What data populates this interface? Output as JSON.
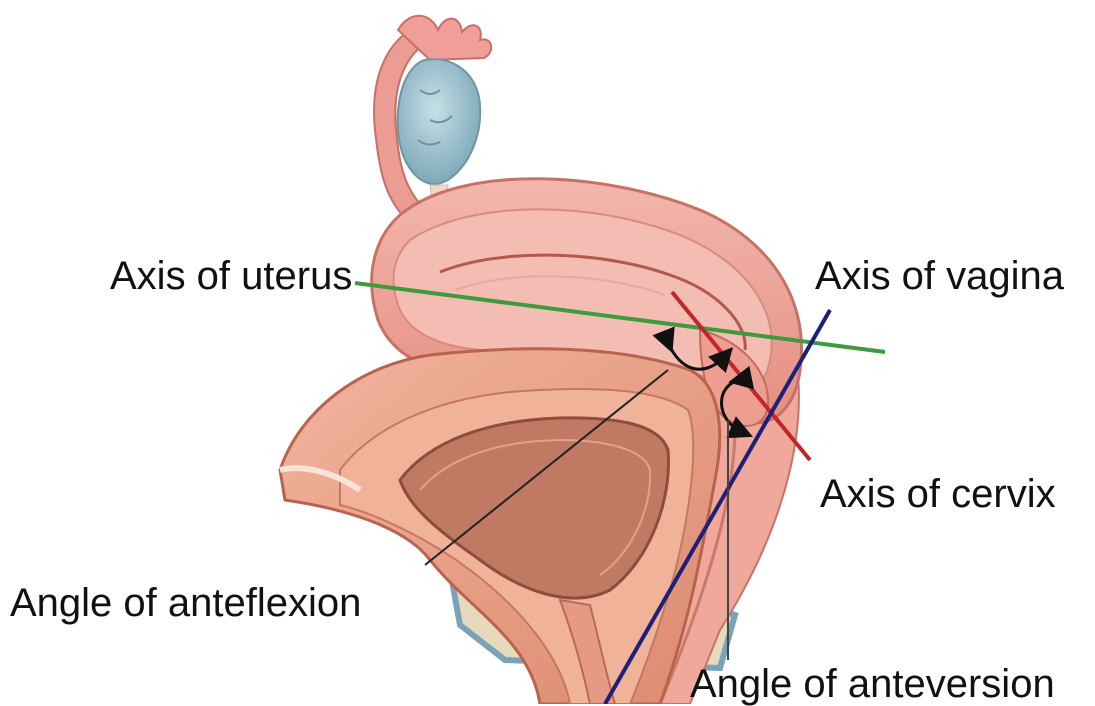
{
  "labels": {
    "axis_of_uterus": "Axis of uterus",
    "axis_of_vagina": "Axis of vagina",
    "axis_of_cervix": "Axis of cervix",
    "angle_of_anteflexion": "Angle of anteflexion",
    "angle_of_anteversion": "Angle of anteversion"
  },
  "colors": {
    "uterus_axis_line": "#3f9a3f",
    "cervix_axis_line": "#c0262a",
    "vagina_axis_line": "#1d1f78",
    "leader_line": "#222222",
    "tissue_pink": "#efaaa0",
    "tissue_dark": "#d97a6c",
    "ovary": "#9cc3cf",
    "bone": "#e8dcc0"
  },
  "icons": {
    "anteflexion_arrow": "curved-double-arrow-icon",
    "anteversion_arrow": "curved-double-arrow-icon"
  }
}
